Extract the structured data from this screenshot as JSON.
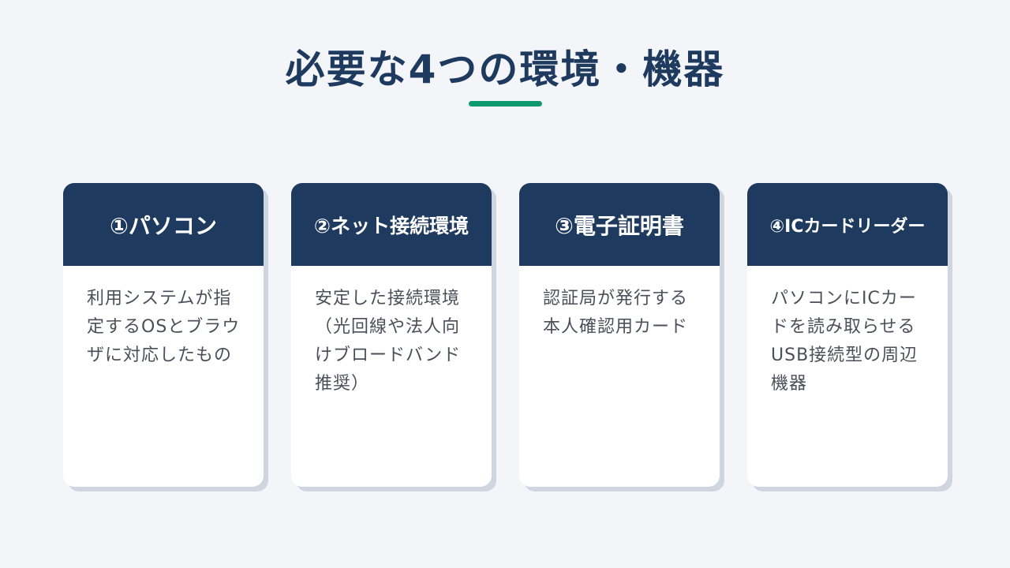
{
  "title": "必要な4つの環境・機器",
  "colors": {
    "header_bg": "#1e3a5f",
    "accent": "#0f9a6e",
    "title": "#1e3a5f",
    "background": "#f3f5f8"
  },
  "cards": [
    {
      "header": "①パソコン",
      "lines": [
        "利用システムが指",
        "定するOSとブラウ",
        "ザに対応したもの"
      ]
    },
    {
      "header": "②ネット接続環境",
      "lines": [
        "安定した接続環境",
        "（光回線や法人向",
        "けブロードバンド",
        "推奨）"
      ]
    },
    {
      "header": "③電子証明書",
      "lines": [
        "認証局が発行する",
        "本人確認用カード"
      ]
    },
    {
      "header": "④ICカードリーダー",
      "lines": [
        "パソコンにICカー",
        "ドを読み取らせる",
        "USB接続型の周辺",
        "機器"
      ]
    }
  ]
}
